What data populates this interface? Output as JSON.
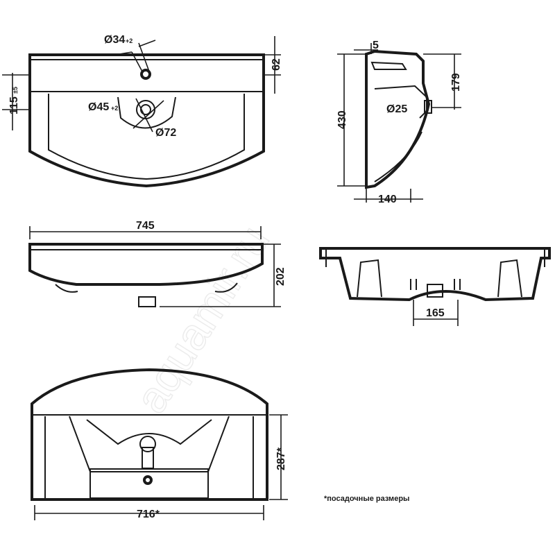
{
  "watermark": "aquamir.ru",
  "top_view": {
    "tap_hole": "Ø34",
    "tap_hole_tol": "+2",
    "height_label": "115",
    "height_tol": "±5",
    "rim_label": "62",
    "drain_hole": "Ø45",
    "drain_tol": "+2",
    "drain_outer": "Ø72"
  },
  "side_view": {
    "top_offset": "5",
    "drain_height": "179",
    "height": "430",
    "drain_diam": "Ø25",
    "depth": "140"
  },
  "front_view": {
    "width": "745",
    "height": "202"
  },
  "rear_view": {
    "bracket_spacing": "165"
  },
  "bottom_view": {
    "width": "716*",
    "height": "287*"
  },
  "footnote": "*посадочные размеры"
}
